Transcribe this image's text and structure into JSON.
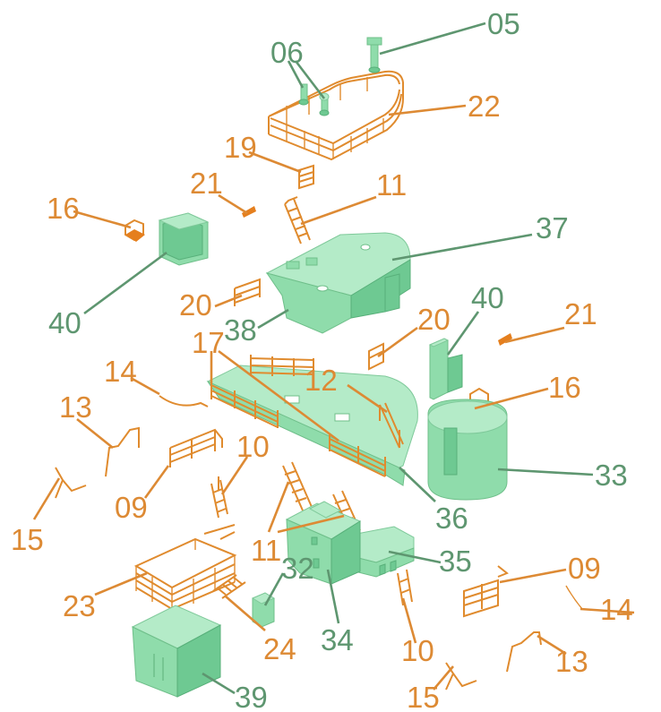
{
  "diagram": {
    "labels": [
      {
        "id": "05",
        "text": "05",
        "color": "green"
      },
      {
        "id": "06",
        "text": "06",
        "color": "green"
      },
      {
        "id": "22",
        "text": "22",
        "color": "orange"
      },
      {
        "id": "19",
        "text": "19",
        "color": "orange"
      },
      {
        "id": "21a",
        "text": "21",
        "color": "orange"
      },
      {
        "id": "11a",
        "text": "11",
        "color": "orange"
      },
      {
        "id": "16a",
        "text": "16",
        "color": "orange"
      },
      {
        "id": "37",
        "text": "37",
        "color": "green"
      },
      {
        "id": "40a",
        "text": "40",
        "color": "green"
      },
      {
        "id": "20a",
        "text": "20",
        "color": "orange"
      },
      {
        "id": "38",
        "text": "38",
        "color": "green"
      },
      {
        "id": "20b",
        "text": "20",
        "color": "orange"
      },
      {
        "id": "40b",
        "text": "40",
        "color": "green"
      },
      {
        "id": "21b",
        "text": "21",
        "color": "orange"
      },
      {
        "id": "17",
        "text": "17",
        "color": "orange"
      },
      {
        "id": "12",
        "text": "12",
        "color": "orange"
      },
      {
        "id": "14a",
        "text": "14",
        "color": "orange"
      },
      {
        "id": "16b",
        "text": "16",
        "color": "orange"
      },
      {
        "id": "13a",
        "text": "13",
        "color": "orange"
      },
      {
        "id": "33",
        "text": "33",
        "color": "green"
      },
      {
        "id": "10a",
        "text": "10",
        "color": "orange"
      },
      {
        "id": "09a",
        "text": "09",
        "color": "orange"
      },
      {
        "id": "36",
        "text": "36",
        "color": "green"
      },
      {
        "id": "15a",
        "text": "15",
        "color": "orange"
      },
      {
        "id": "11b",
        "text": "11",
        "color": "orange"
      },
      {
        "id": "32",
        "text": "32",
        "color": "green"
      },
      {
        "id": "35",
        "text": "35",
        "color": "green"
      },
      {
        "id": "09b",
        "text": "09",
        "color": "orange"
      },
      {
        "id": "23",
        "text": "23",
        "color": "orange"
      },
      {
        "id": "14b",
        "text": "14",
        "color": "orange"
      },
      {
        "id": "24",
        "text": "24",
        "color": "orange"
      },
      {
        "id": "34",
        "text": "34",
        "color": "green"
      },
      {
        "id": "10b",
        "text": "10",
        "color": "orange"
      },
      {
        "id": "13b",
        "text": "13",
        "color": "orange"
      },
      {
        "id": "39",
        "text": "39",
        "color": "green"
      },
      {
        "id": "15b",
        "text": "15",
        "color": "orange"
      }
    ],
    "colors": {
      "green_label": "#5e9670",
      "orange_label": "#dd8a34",
      "green_part": "#8fdcab",
      "orange_part": "#e08b2e"
    }
  }
}
